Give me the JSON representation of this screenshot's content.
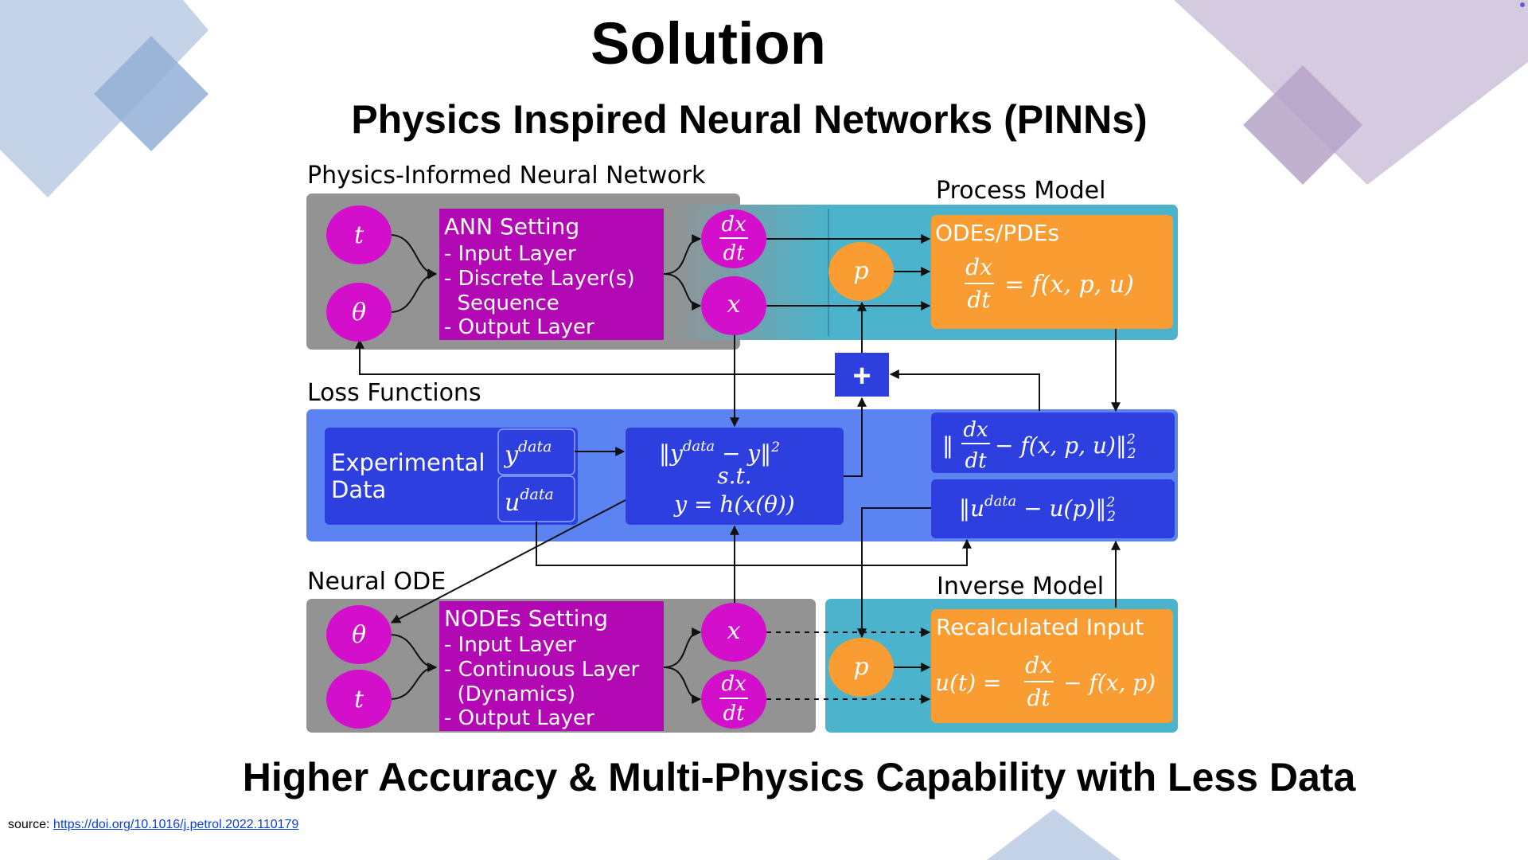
{
  "slide": {
    "title": "Solution",
    "subtitle": "Physics Inspired Neural Networks (PINNs)",
    "tagline": "Higher Accuracy & Multi-Physics Capability with Less Data",
    "source_prefix": "source: ",
    "source_link": "https://doi.org/10.1016/j.petrol.2022.110179"
  },
  "diagram": {
    "pinn_title": "Physics-Informed Neural Network",
    "process_title": "Process Model",
    "loss_title": "Loss Functions",
    "node_title": "Neural ODE",
    "inverse_title": "Inverse Model",
    "ann_setting": [
      "ANN Setting",
      "- Input Layer",
      "- Discrete Layer(s)",
      "  Sequence",
      "- Output Layer"
    ],
    "nodes_setting": [
      "NODEs Setting",
      "- Input Layer",
      "- Continuous Layer",
      "  (Dynamics)",
      "- Output Layer"
    ],
    "ode_label": "ODEs/PDEs",
    "ode_eq_lhs_num": "dx",
    "ode_eq_lhs_den": "dt",
    "ode_eq_rhs": "= f(x, p, u)",
    "recalc_label": "Recalculated Input",
    "recalc_eq_lhs": "u(t) =",
    "recalc_eq_num": "dx",
    "recalc_eq_den": "dt",
    "recalc_eq_rhs": "− f(x, p)",
    "exp_data": [
      "Experimental",
      "Data"
    ],
    "ydata": "y",
    "udata": "u",
    "sup_data": "data",
    "t": "t",
    "theta": "θ",
    "p": "p",
    "x": "x",
    "dx": "dx",
    "dt": "dt",
    "plus": "+",
    "loss_center": [
      "‖y",
      "data",
      " − y‖",
      "s.t.",
      "y = h(x(θ))"
    ],
    "loss_right1_pre": "‖",
    "loss_right1_post": " − f(x, p, u)‖",
    "loss_right2_pre": "‖u",
    "loss_right2_post": " − u(p)‖",
    "norm_sub": "2",
    "norm_sup": "2"
  },
  "colors": {
    "gray_panel": "#939393",
    "teal_panel": "#4bb3cb",
    "blue_panel": "#5b84f2",
    "dark_blue_box": "#2e3fdf",
    "magenta": "#d40fcc",
    "purple_box": "#b209b5",
    "orange": "#f99d33",
    "deco_blue": "#c5d3e8",
    "deco_purple": "#d5cbe0"
  }
}
